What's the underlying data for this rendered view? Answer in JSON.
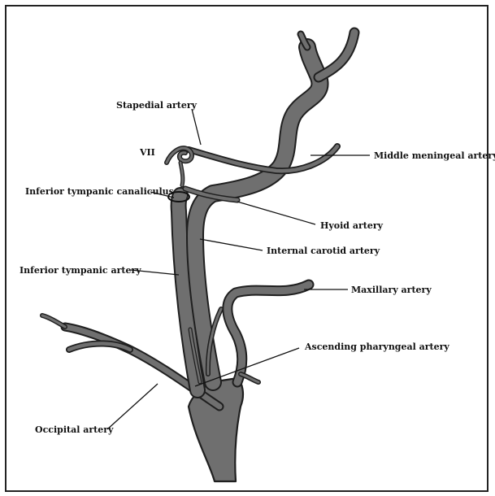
{
  "labels": {
    "stapedial": "Stapedial artery",
    "vii": "VII",
    "middle_meningeal": "Middle meningeal artery",
    "inferior_tympanic_canaliculus": "Inferior tympanic canaliculus",
    "hyoid": "Hyoid artery",
    "internal_carotid": "Internal carotid artery",
    "inferior_tympanic_artery": "Inferior tympanic artery",
    "maxillary": "Maxillary artery",
    "ascending_pharyngeal": "Ascending pharyngeal artery",
    "occipital": "Occipital artery"
  },
  "colors": {
    "vessel_fill": "#6f6f6f",
    "outline": "#1f1f1f",
    "background": "#ffffff"
  }
}
